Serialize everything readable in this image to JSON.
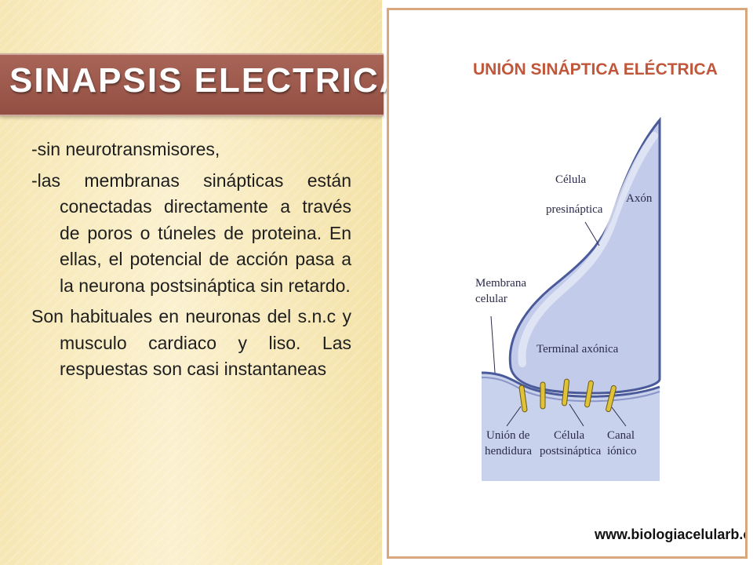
{
  "slide": {
    "title": "SINAPSIS ELECTRICA",
    "body": [
      "-sin neurotransmisores,",
      "-las membranas sinápticas están conectadas directamente a través de poros o túneles de proteina. En ellas, el potencial de acción pasa a la neurona postsináptica sin retardo.",
      "Son habituales en neuronas del s.n.c y musculo cardiaco y liso. Las respuestas son casi instantaneas"
    ]
  },
  "figure": {
    "title": "UNIÓN SINÁPTICA ELÉCTRICA",
    "labels": {
      "celula_presinaptica_1": "Célula",
      "celula_presinaptica_2": "presináptica",
      "axon": "Axón",
      "membrana_1": "Membrana",
      "membrana_2": "celular",
      "terminal": "Terminal axónica",
      "union_1": "Unión de",
      "union_2": "hendidura",
      "postsinaptica_1": "Célula",
      "postsinaptica_2": "postsináptica",
      "canal_1": "Canal",
      "canal_2": "iónico"
    },
    "url": "www.biologiacelularb.com.ar",
    "colors": {
      "cell_fill": "#c5cde8",
      "cell_stroke": "#4a5a9a",
      "channel": "#e0c23a",
      "accent": "#c0563a"
    }
  }
}
